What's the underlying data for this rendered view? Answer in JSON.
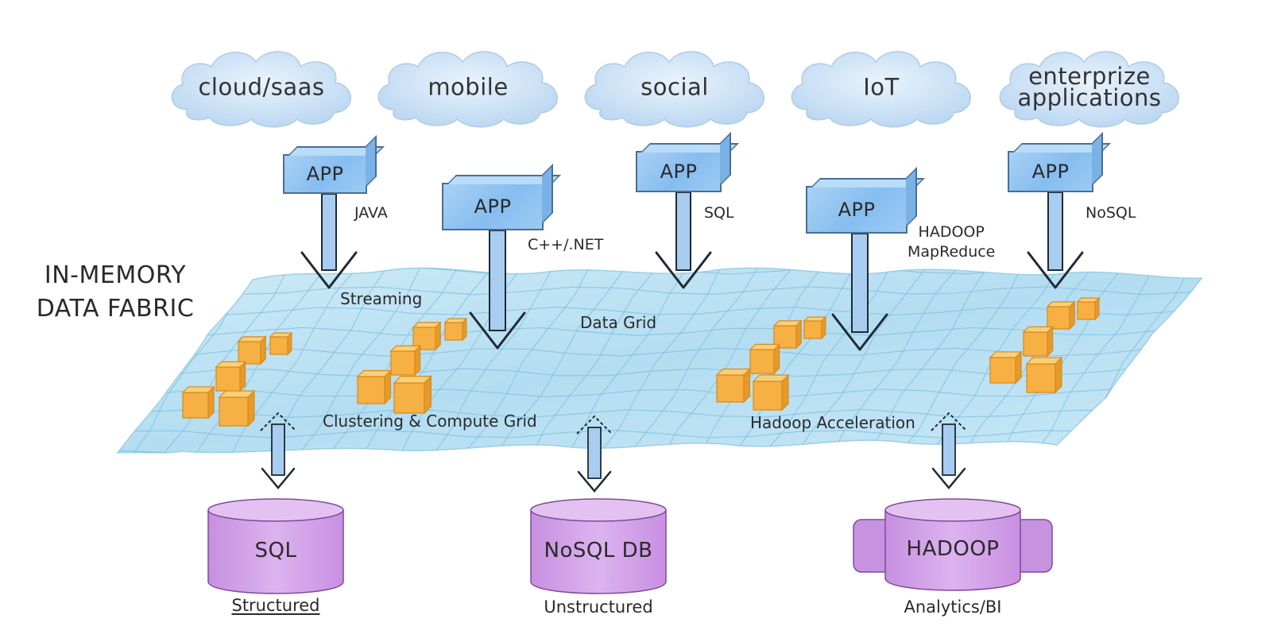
{
  "title": "IN-MEMORY DATA FABRIC",
  "fabric_title": {
    "line1": "IN-MEMORY",
    "line2": "DATA FABRIC"
  },
  "clouds": [
    {
      "id": "cloud-saas",
      "label": "cloud/saas"
    },
    {
      "id": "mobile",
      "label": "mobile"
    },
    {
      "id": "social",
      "label": "social"
    },
    {
      "id": "iot",
      "label": "IoT"
    },
    {
      "id": "enterprise",
      "label": "enterprize\napplications"
    }
  ],
  "apps": [
    {
      "label": "APP",
      "tech": "JAVA"
    },
    {
      "label": "APP",
      "tech": "C++/.NET"
    },
    {
      "label": "APP",
      "tech": "SQL"
    },
    {
      "label": "APP",
      "tech": "HADOOP\nMapReduce"
    },
    {
      "label": "APP",
      "tech": "NoSQL"
    }
  ],
  "grid_features": {
    "streaming": "Streaming",
    "data_grid": "Data Grid",
    "clustering": "Clustering & Compute Grid",
    "hadoop_accel": "Hadoop Acceleration"
  },
  "stores": [
    {
      "label": "SQL",
      "caption": "Structured"
    },
    {
      "label": "NoSQL DB",
      "caption": "Unstructured"
    },
    {
      "label": "HADOOP",
      "caption": "Analytics/BI"
    }
  ],
  "colors": {
    "cloud_fill": "#cfe3f6",
    "app_fill": "#95c6f2",
    "arrow_fill": "#a9cdf0",
    "fabric_fill": "#bfe3f3",
    "fabric_grid": "#7cc1df",
    "cube_fill": "#f7b54a",
    "db_fill": "#d6a8ea"
  }
}
